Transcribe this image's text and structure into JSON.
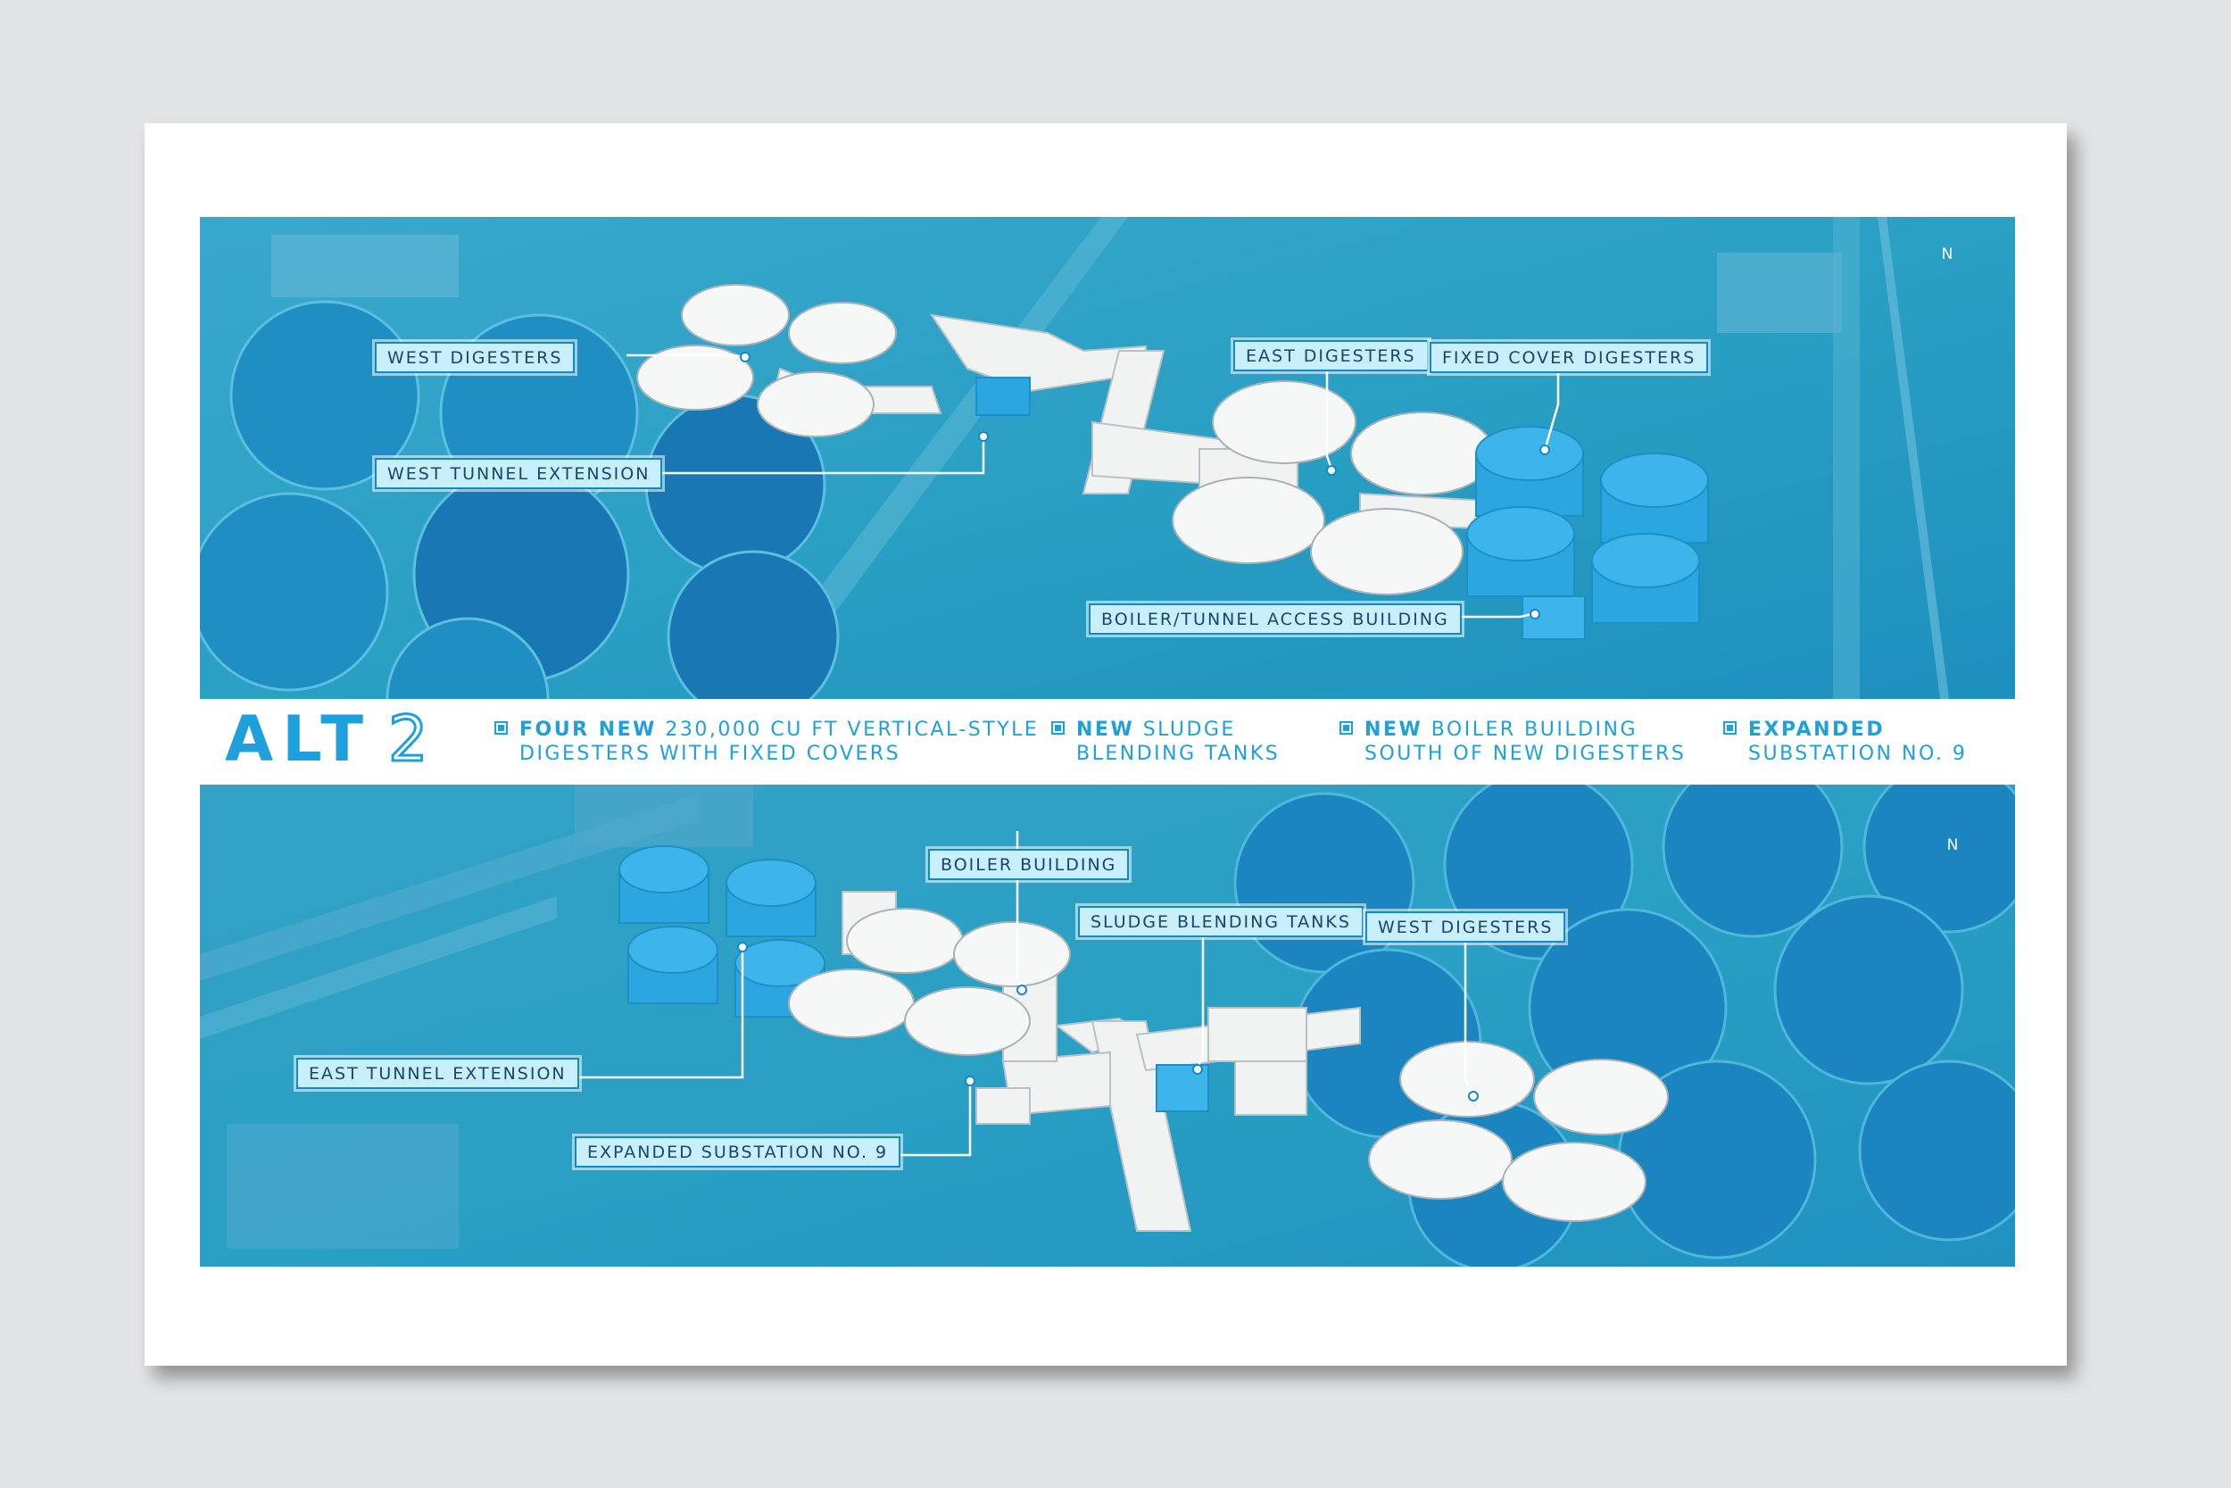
{
  "title": {
    "prefix": "ALT",
    "number": "2"
  },
  "legend": [
    {
      "bold": "FOUR NEW",
      "rest": " 230,000 CU FT VERTICAL-STYLE",
      "line2": "DIGESTERS WITH FIXED COVERS"
    },
    {
      "bold": "NEW",
      "rest": " SLUDGE",
      "line2": "BLENDING TANKS"
    },
    {
      "bold": "NEW",
      "rest": " BOILER BUILDING",
      "line2": "SOUTH OF NEW DIGESTERS"
    },
    {
      "bold": "EXPANDED",
      "rest": "",
      "line2": "SUBSTATION NO. 9"
    }
  ],
  "top_callouts": {
    "west_digesters": "WEST DIGESTERS",
    "west_tunnel": "WEST TUNNEL EXTENSION",
    "east_digesters": "EAST DIGESTERS",
    "fixed_cover": "FIXED COVER DIGESTERS",
    "boiler_access": "BOILER/TUNNEL ACCESS BUILDING"
  },
  "bottom_callouts": {
    "boiler_building": "BOILER BUILDING",
    "sludge_tanks": "SLUDGE BLENDING TANKS",
    "west_digesters": "WEST DIGESTERS",
    "east_tunnel": "EAST TUNNEL EXTENSION",
    "substation": "EXPANDED SUBSTATION NO. 9"
  },
  "north_label": "N",
  "colors": {
    "accent": "#1da0dc",
    "panel": "#2a9fc9",
    "callout_bg": "#c9eefc",
    "callout_border": "#1389c6"
  }
}
